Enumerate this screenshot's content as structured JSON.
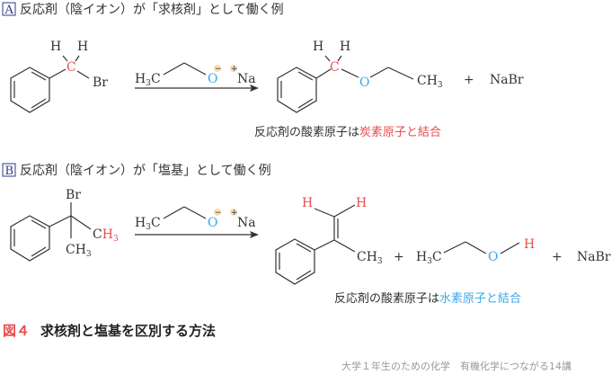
{
  "sectionA": {
    "badge": "A",
    "title": "反応剤（陰イオン）が「求核剤」として働く例",
    "caption_black": "反応剤の酸素原子は",
    "caption_colored": "炭素原子と結合"
  },
  "sectionB": {
    "badge": "B",
    "title": "反応剤（陰イオン）が「塩基」として働く例",
    "caption_black": "反応剤の酸素原子は",
    "caption_colored": "水素原子と結合"
  },
  "atoms": {
    "H": "H",
    "C": "C",
    "Br": "Br",
    "O": "O",
    "Na": "Na",
    "NaBr": "NaBr",
    "CH": "CH",
    "sub3": "3",
    "minus": "−",
    "plusSign": "+",
    "plus": "+"
  },
  "figure": {
    "label": "図４",
    "title": "求核剤と塩基を区別する方法"
  },
  "footer": "大学１年生のための化学　有機化学につながる14講",
  "colors": {
    "red": "#e84c4c",
    "blue": "#3aa8e8",
    "badge": "#2b3a8c"
  }
}
